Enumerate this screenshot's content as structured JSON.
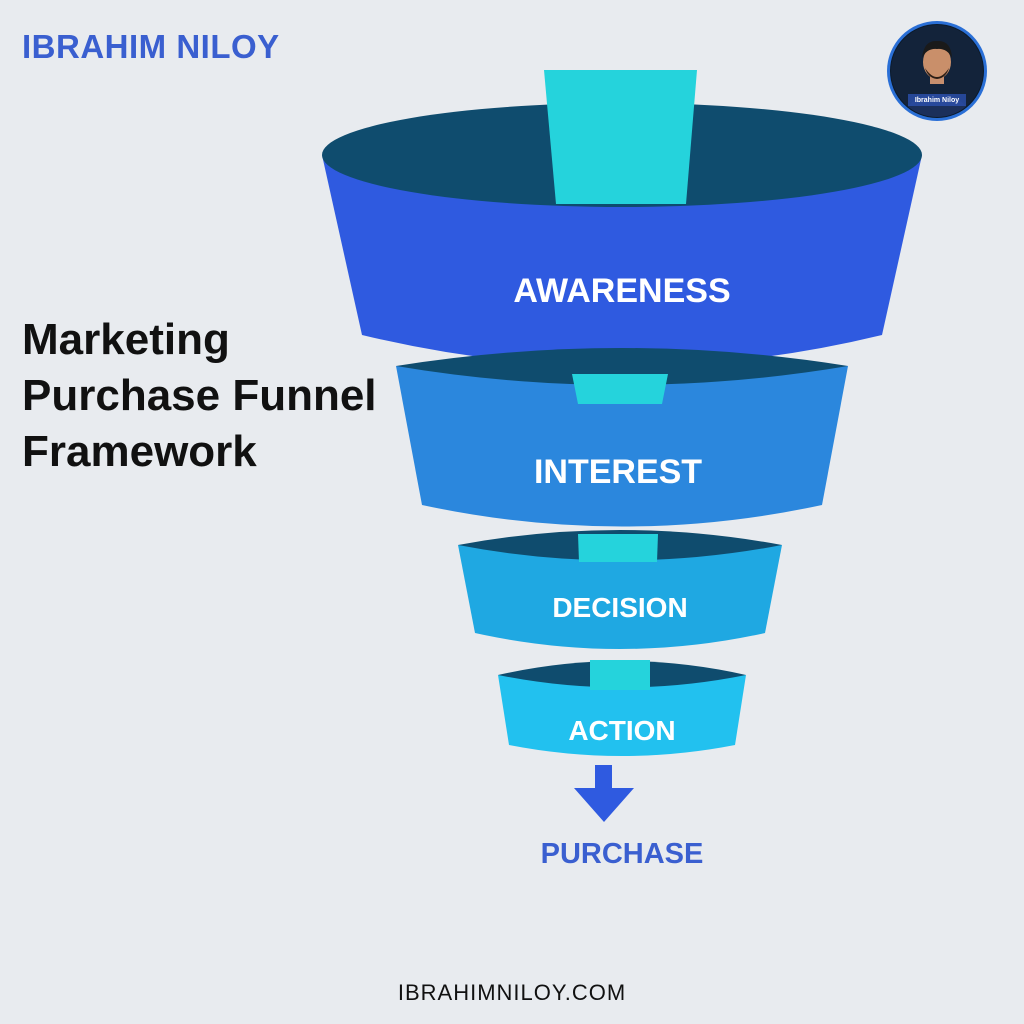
{
  "brand": "IBRAHIM NILOY",
  "avatar": {
    "caption": "Ibrahim Niloy"
  },
  "title_lines": [
    "Marketing",
    "Purchase Funnel",
    "Framework"
  ],
  "stages": [
    {
      "label": "AWARENESS",
      "color": "#2f5ae0"
    },
    {
      "label": "INTEREST",
      "color": "#2b87dd"
    },
    {
      "label": "DECISION",
      "color": "#1fa8e2"
    },
    {
      "label": "ACTION",
      "color": "#22c1ef"
    }
  ],
  "outcome": "PURCHASE",
  "website": "IBRAHIMNILOY.COM",
  "colors": {
    "background": "#e8ebef",
    "brand": "#3a5fd0",
    "funnel_top": "#0f4c6e",
    "inner_channel": "#25d3dc",
    "arrow": "#2f5ae0",
    "title": "#111111"
  }
}
